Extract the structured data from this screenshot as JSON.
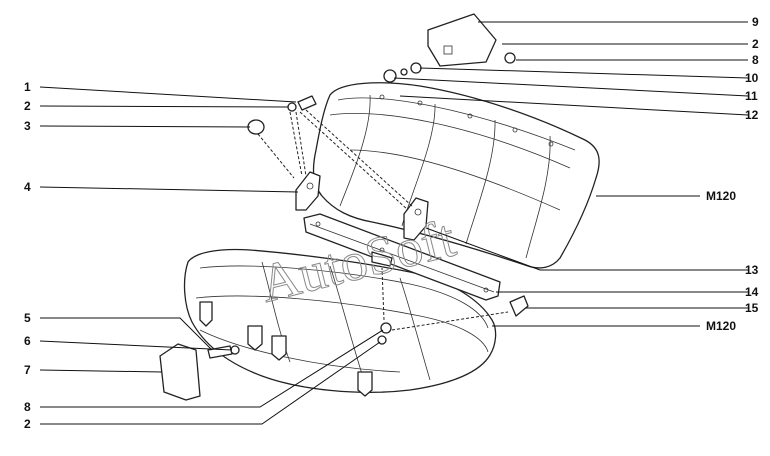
{
  "watermark": "AutoSoft",
  "labels_left": [
    {
      "id": "l1",
      "text": "1"
    },
    {
      "id": "l2a",
      "text": "2"
    },
    {
      "id": "l3",
      "text": "3"
    },
    {
      "id": "l4",
      "text": "4"
    },
    {
      "id": "l5",
      "text": "5"
    },
    {
      "id": "l6",
      "text": "6"
    },
    {
      "id": "l7",
      "text": "7"
    },
    {
      "id": "l8b",
      "text": "8"
    },
    {
      "id": "l2c",
      "text": "2"
    }
  ],
  "labels_right": [
    {
      "id": "r9",
      "text": "9"
    },
    {
      "id": "r2b",
      "text": "2"
    },
    {
      "id": "r8a",
      "text": "8"
    },
    {
      "id": "r10",
      "text": "10"
    },
    {
      "id": "r11",
      "text": "11"
    },
    {
      "id": "r12",
      "text": "12"
    },
    {
      "id": "rm120a",
      "text": "M120"
    },
    {
      "id": "r13",
      "text": "13"
    },
    {
      "id": "r14",
      "text": "14"
    },
    {
      "id": "r15",
      "text": "15"
    },
    {
      "id": "rm120b",
      "text": "M120"
    }
  ]
}
